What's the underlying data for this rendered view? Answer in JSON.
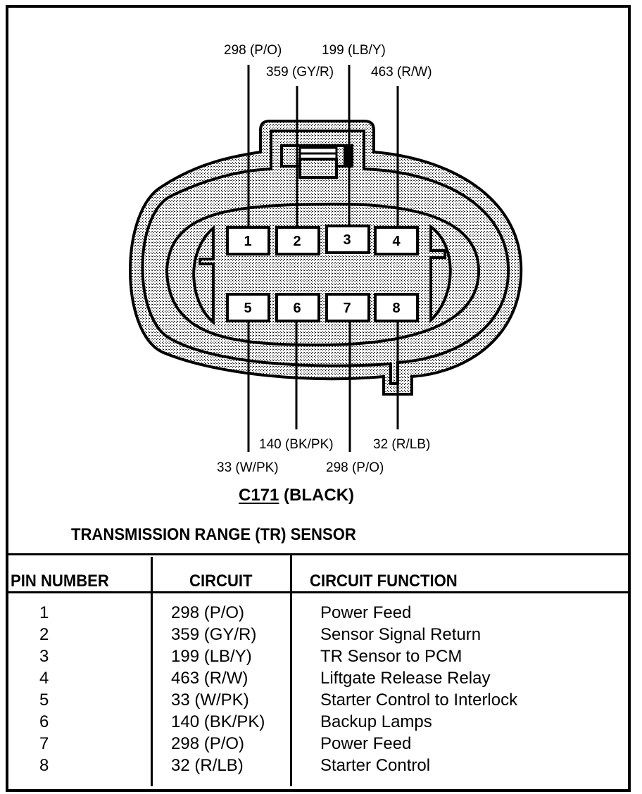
{
  "diagram": {
    "connector_id": "C171",
    "connector_color": "(BLACK)",
    "component_title": "TRANSMISSION RANGE (TR) SENSOR",
    "pins": [
      "1",
      "2",
      "3",
      "4",
      "5",
      "6",
      "7",
      "8"
    ],
    "top_wire_labels": [
      {
        "pin": "1",
        "text": "298 (P/O)"
      },
      {
        "pin": "2",
        "text": "359 (GY/R)"
      },
      {
        "pin": "3",
        "text": "199 (LB/Y)"
      },
      {
        "pin": "4",
        "text": "463 (R/W)"
      }
    ],
    "bottom_wire_labels": [
      {
        "pin": "5",
        "text": "33 (W/PK)"
      },
      {
        "pin": "6",
        "text": "140 (BK/PK)"
      },
      {
        "pin": "7",
        "text": "298 (P/O)"
      },
      {
        "pin": "8",
        "text": "32 (R/LB)"
      }
    ]
  },
  "table": {
    "headers": [
      "PIN NUMBER",
      "CIRCUIT",
      "CIRCUIT FUNCTION"
    ],
    "rows": [
      {
        "pin": "1",
        "circuit": "298 (P/O)",
        "function": "Power Feed"
      },
      {
        "pin": "2",
        "circuit": "359 (GY/R)",
        "function": "Sensor Signal Return"
      },
      {
        "pin": "3",
        "circuit": "199 (LB/Y)",
        "function": "TR Sensor to PCM"
      },
      {
        "pin": "4",
        "circuit": "463 (R/W)",
        "function": "Liftgate Release Relay"
      },
      {
        "pin": "5",
        "circuit": "33 (W/PK)",
        "function": "Starter Control to Interlock"
      },
      {
        "pin": "6",
        "circuit": "140 (BK/PK)",
        "function": "Backup Lamps"
      },
      {
        "pin": "7",
        "circuit": "298 (P/O)",
        "function": "Power Feed"
      },
      {
        "pin": "8",
        "circuit": "32 (R/LB)",
        "function": "Starter Control"
      }
    ]
  }
}
